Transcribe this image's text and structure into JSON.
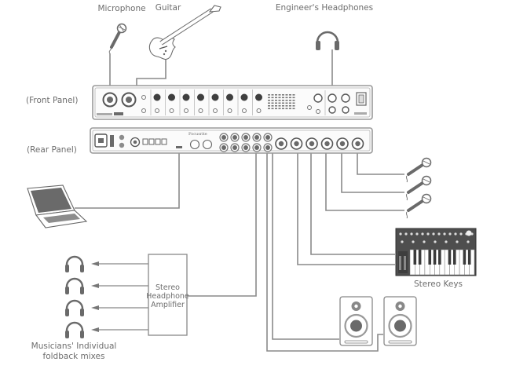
{
  "labels": {
    "microphone": "Microphone",
    "guitar": "Guitar",
    "engineers_headphones": "Engineer's Headphones",
    "front_panel": "(Front Panel)",
    "rear_panel": "(Rear Panel)",
    "stereo_keys": "Stereo Keys",
    "musicians_line1": "Musicians' Individual",
    "musicians_line2": "foldback mixes",
    "amplifier_line1": "Stereo",
    "amplifier_line2": "Headphone",
    "amplifier_line3": "Amplifier",
    "rear_brand": "Focusrite"
  },
  "devices": {
    "front_panel_inputs": 8,
    "rear_xlr_inputs": 6,
    "rear_line_outputs": 10,
    "external_mics": 3,
    "foldback_headphones": 4,
    "monitor_speakers": 2
  },
  "colors": {
    "line": "#8a8a8a",
    "dark_fill": "#6a6a6a",
    "text": "#6d6d6d"
  }
}
